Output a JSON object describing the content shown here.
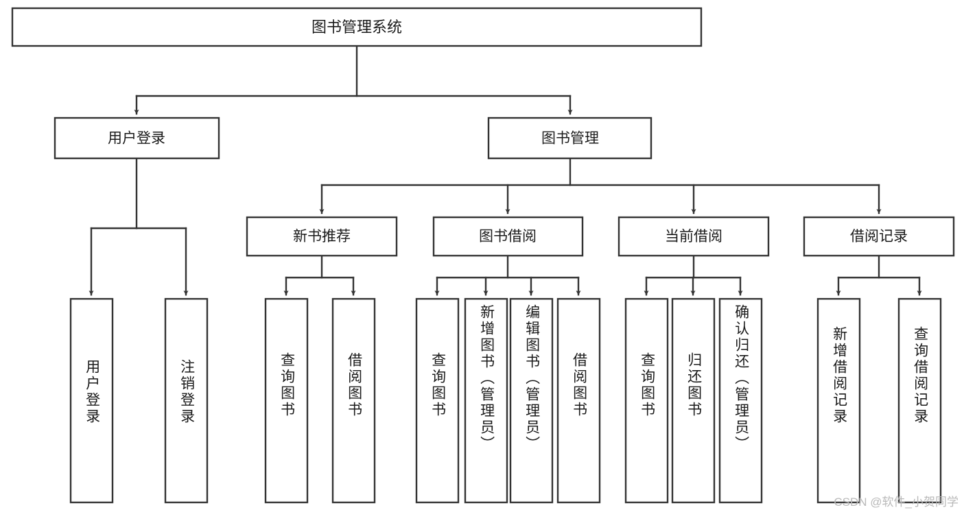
{
  "diagram": {
    "title": "图书管理系统",
    "watermark": "CSDN @软件_小贺同学",
    "colors": {
      "stroke": "#333333",
      "box_fill": "#ffffff",
      "text": "#1a1a1a",
      "background": "#ffffff",
      "watermark": "#b9b9b9"
    },
    "root": {
      "label": "图书管理系统",
      "orientation": "horizontal"
    },
    "level2": [
      {
        "label": "用户登录",
        "orientation": "horizontal"
      },
      {
        "label": "图书管理",
        "orientation": "horizontal"
      }
    ],
    "level3": [
      {
        "label": "新书推荐",
        "orientation": "horizontal"
      },
      {
        "label": "图书借阅",
        "orientation": "horizontal"
      },
      {
        "label": "当前借阅",
        "orientation": "horizontal"
      },
      {
        "label": "借阅记录",
        "orientation": "horizontal"
      }
    ],
    "leaves": {
      "user_login": [
        {
          "label": "用户登录",
          "orientation": "vertical"
        },
        {
          "label": "注销登录",
          "orientation": "vertical"
        }
      ],
      "new_book_recommend": [
        {
          "label": "查询图书",
          "orientation": "vertical"
        },
        {
          "label": "借阅图书",
          "orientation": "vertical"
        }
      ],
      "book_borrow": [
        {
          "label": "查询图书",
          "orientation": "vertical"
        },
        {
          "label": "新增图书（管理员）",
          "orientation": "vertical"
        },
        {
          "label": "编辑图书（管理员）",
          "orientation": "vertical"
        },
        {
          "label": "借阅图书",
          "orientation": "vertical"
        }
      ],
      "current_borrow": [
        {
          "label": "查询图书",
          "orientation": "vertical"
        },
        {
          "label": "归还图书",
          "orientation": "vertical"
        },
        {
          "label": "确认归还（管理员）",
          "orientation": "vertical"
        }
      ],
      "borrow_record": [
        {
          "label": "新增借阅记录",
          "orientation": "vertical"
        },
        {
          "label": "查询借阅记录",
          "orientation": "vertical"
        }
      ]
    }
  }
}
